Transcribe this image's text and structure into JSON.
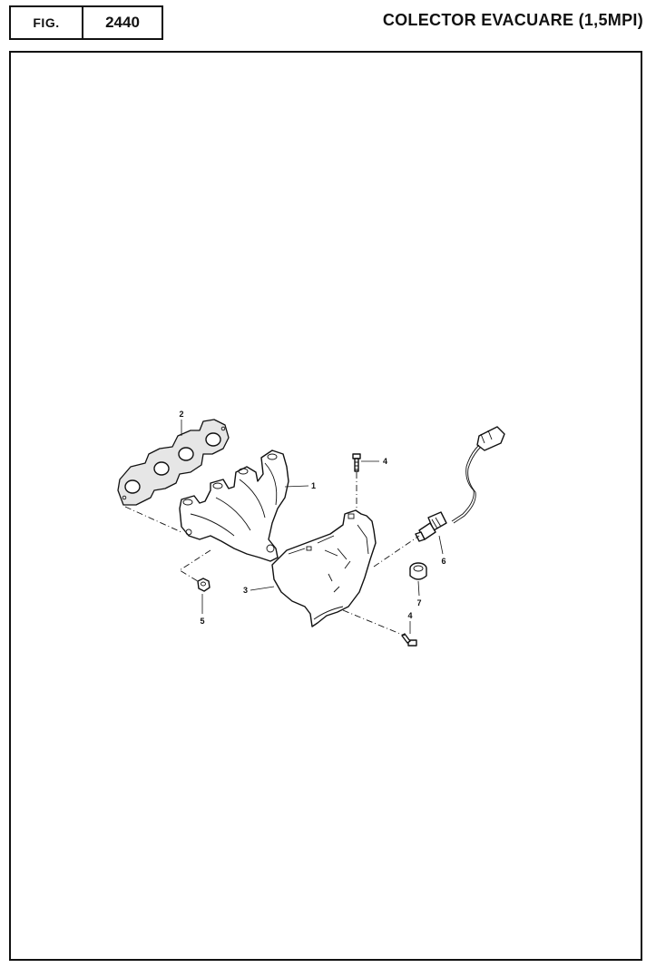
{
  "header": {
    "fig_label": "FIG.",
    "fig_number": "2440",
    "title": "COLECTOR EVACUARE (1,5MPI)"
  },
  "callouts": {
    "c1": "1",
    "c2": "2",
    "c3": "3",
    "c4a": "4",
    "c4b": "4",
    "c5": "5",
    "c6": "6",
    "c7": "7"
  }
}
